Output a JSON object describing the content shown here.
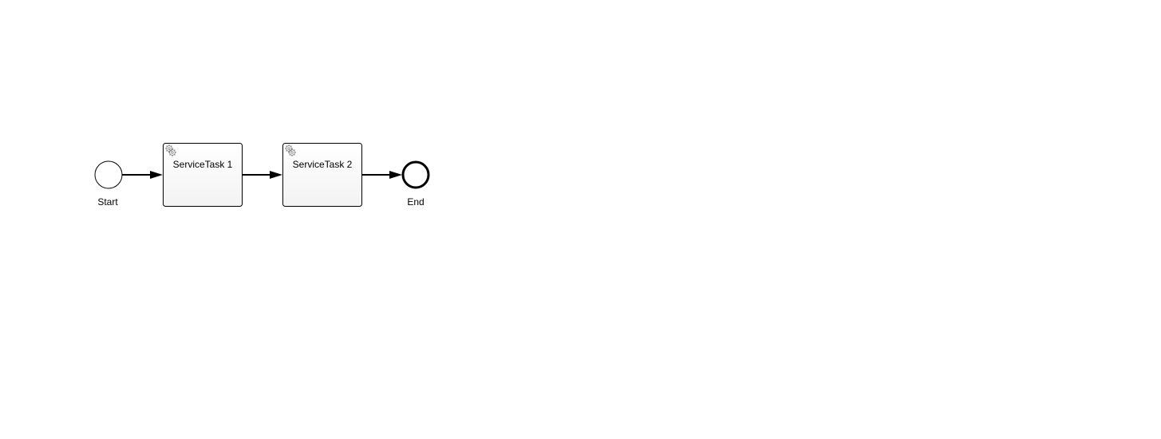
{
  "diagram": {
    "start_event": {
      "label": "Start"
    },
    "tasks": [
      {
        "label": "ServiceTask 1",
        "icon": "gear-icon"
      },
      {
        "label": "ServiceTask 2",
        "icon": "gear-icon"
      }
    ],
    "end_event": {
      "label": "End"
    }
  },
  "colors": {
    "stroke": "#000000",
    "task_fill_top": "#ffffff",
    "task_fill_bottom": "#f4f4f4",
    "icon": "#8a8a8a"
  }
}
